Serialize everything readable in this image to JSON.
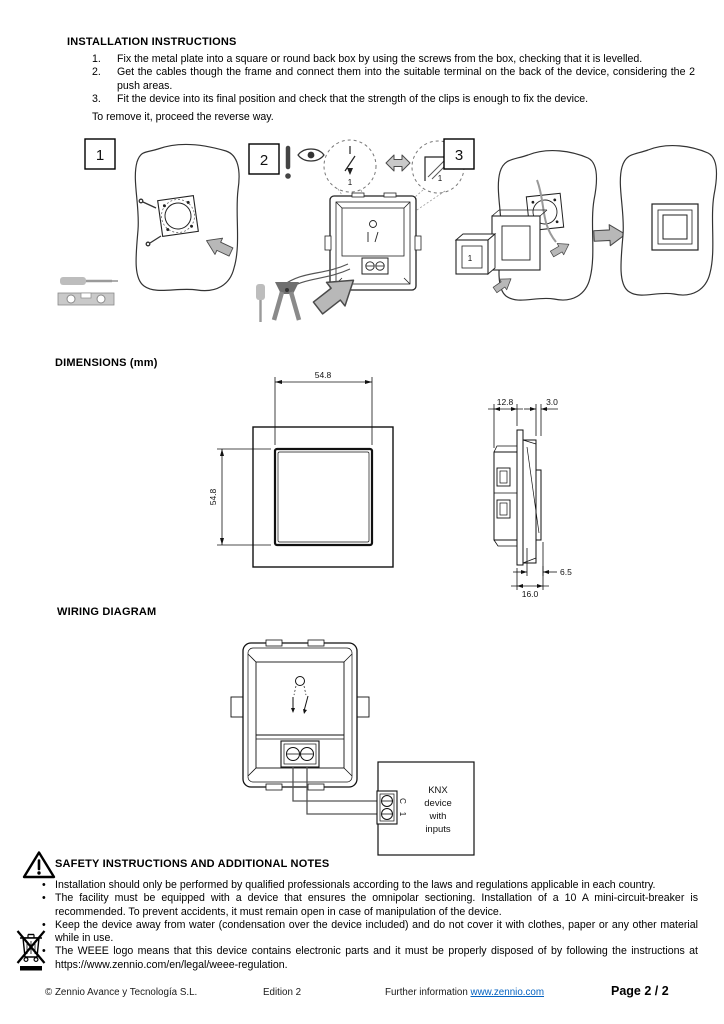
{
  "installation": {
    "title": "INSTALLATION INSTRUCTIONS",
    "steps": [
      {
        "num": "1.",
        "text": "Fix the metal plate into a square or round back box by using the screws from the box, checking that it is levelled."
      },
      {
        "num": "2.",
        "text": "Get the cables though the frame and connect them into the suitable terminal on the back of the device, considering the 2 push areas."
      },
      {
        "num": "3.",
        "text": "Fit the device into its final position and check that the strength of the clips is enough to fix the device."
      }
    ],
    "remove_note": "To remove it, proceed the reverse way.",
    "figures": {
      "step1_label": "1",
      "step2_label": "2",
      "step3_label": "3",
      "detail_label": "1",
      "device_label": "1"
    }
  },
  "dimensions": {
    "title": "DIMENSIONS (mm)",
    "front_width_mm": "54.8",
    "front_height_mm": "54.8",
    "side_back_depth_mm": "12.8",
    "side_front_thickness_mm": "3.0",
    "side_bottom_offset_mm": "6.5",
    "side_total_depth_mm": "16.0"
  },
  "wiring": {
    "title": "WIRING DIAGRAM",
    "terminal_c": "C",
    "terminal_1": "1",
    "knx_line1": "KNX",
    "knx_line2": "device",
    "knx_line3": "with",
    "knx_line4": "inputs"
  },
  "safety": {
    "title": "SAFETY INSTRUCTIONS AND ADDITIONAL NOTES",
    "bullet_char": "•",
    "bullets": [
      {
        "text": "Installation should only be performed by qualified professionals according to the laws and regulations applicable in each country."
      },
      {
        "text": "The facility must be equipped with a device that ensures the omnipolar sectioning. Installation of a 10 A mini-circuit-breaker is recommended. To prevent accidents, it must remain open in case of manipulation of the device."
      },
      {
        "text": "Keep the device away from water (condensation over the device included) and do not cover it with clothes, paper or any other material while in use."
      },
      {
        "text": "The WEEE logo means that this device contains electronic parts and it must be properly disposed of by following the instructions at",
        "url": "https://www.zennio.com/en/legal/weee-regulation."
      }
    ]
  },
  "footer": {
    "copyright": "© Zennio Avance y Tecnología S.L.",
    "edition": "Edition 2",
    "further_info_label": "Further information",
    "further_info_link": "www.zennio.com",
    "page_label": "Page 2 / 2",
    "link_color": "#0563c1"
  }
}
